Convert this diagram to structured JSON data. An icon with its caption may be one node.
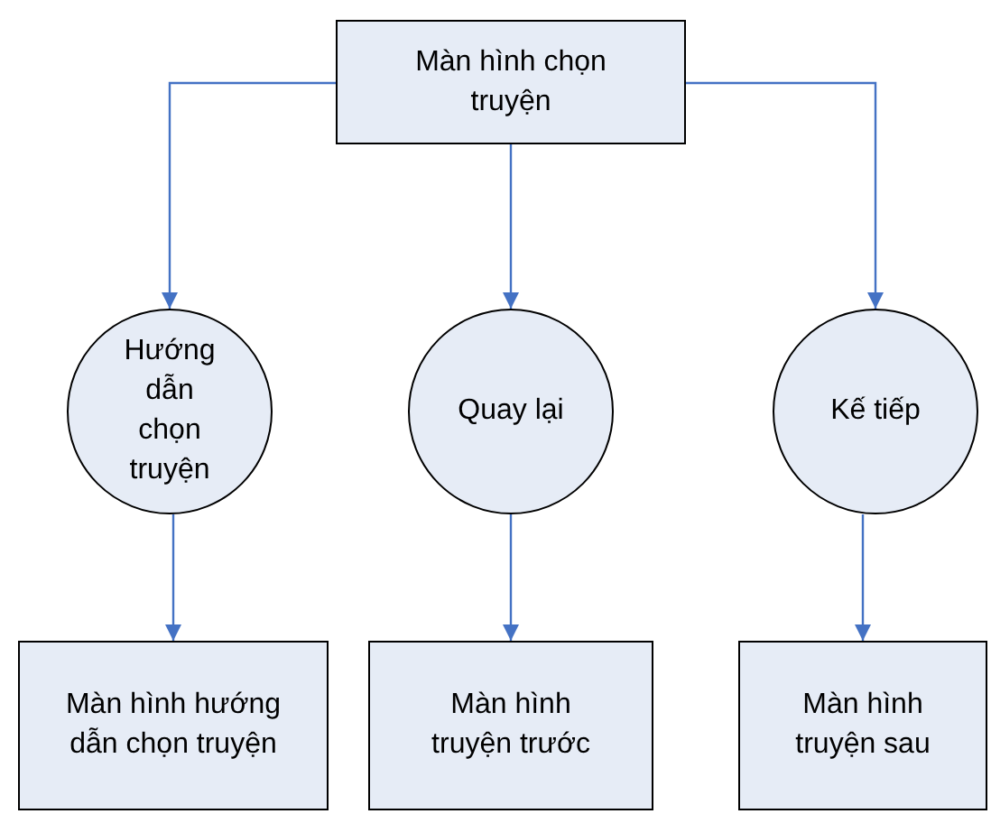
{
  "diagram": {
    "nodes": [
      {
        "text": [
          "Màn hình chọn truyện"
        ]
      },
      {
        "text": [
          "Hướng dẫn chọn truyện"
        ]
      },
      {
        "text": [
          "Quay lại"
        ]
      },
      {
        "text": [
          "Kế tiếp"
        ]
      },
      {
        "text": [
          "Màn hình hướng dẫn chọn truyện"
        ]
      },
      {
        "text": [
          "Màn hình truyện trước"
        ]
      },
      {
        "text": [
          "Màn hình truyện sau"
        ]
      }
    ],
    "edges": [
      {
        "from": 0,
        "to": 1,
        "arrow": "to"
      },
      {
        "from": 0,
        "to": 2,
        "arrow": "to"
      },
      {
        "from": 0,
        "to": 3,
        "arrow": "to"
      },
      {
        "from": 1,
        "to": 4,
        "arrow": "to"
      },
      {
        "from": 2,
        "to": 5,
        "arrow": "to"
      },
      {
        "from": 3,
        "to": 6,
        "arrow": "to"
      }
    ]
  }
}
